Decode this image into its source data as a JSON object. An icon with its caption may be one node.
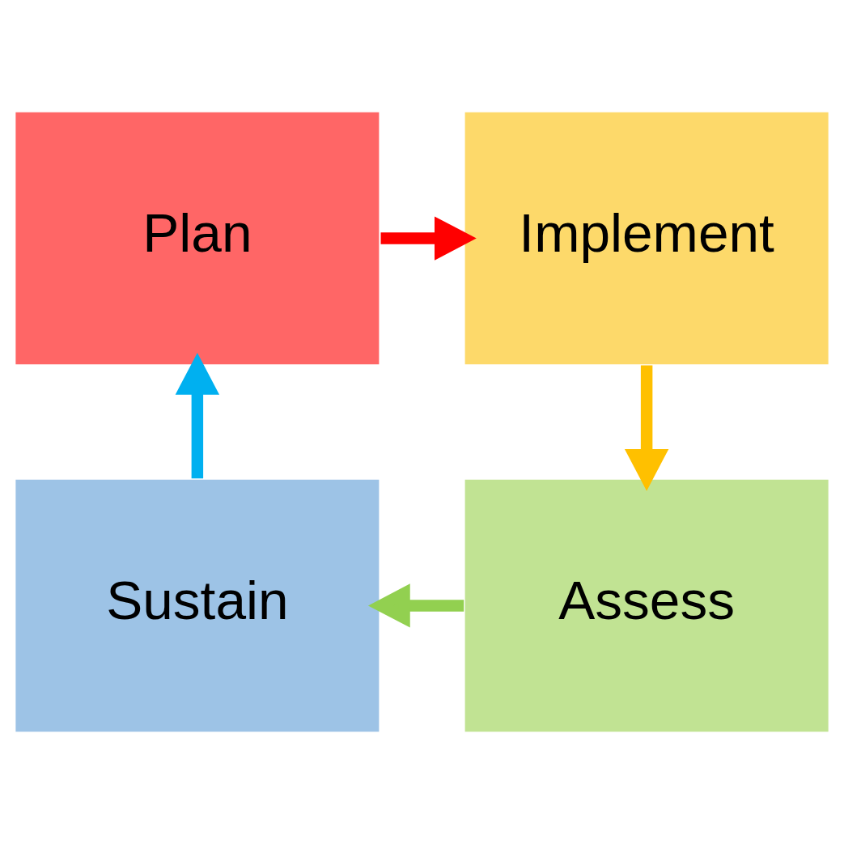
{
  "diagram": {
    "nodes": [
      {
        "text": [
          "Plan"
        ]
      },
      {
        "text": [
          "Implement"
        ]
      },
      {
        "text": [
          "Assess"
        ]
      },
      {
        "text": [
          "Sustain"
        ]
      }
    ],
    "edges": [
      {
        "from": 0,
        "to": 1,
        "arrow": "to",
        "color": "#ff0000"
      },
      {
        "from": 1,
        "to": 2,
        "arrow": "to",
        "color": "#ffc000"
      },
      {
        "from": 2,
        "to": 3,
        "arrow": "to",
        "color": "#92d050"
      },
      {
        "from": 3,
        "to": 0,
        "arrow": "to",
        "color": "#00b0f0"
      }
    ]
  }
}
